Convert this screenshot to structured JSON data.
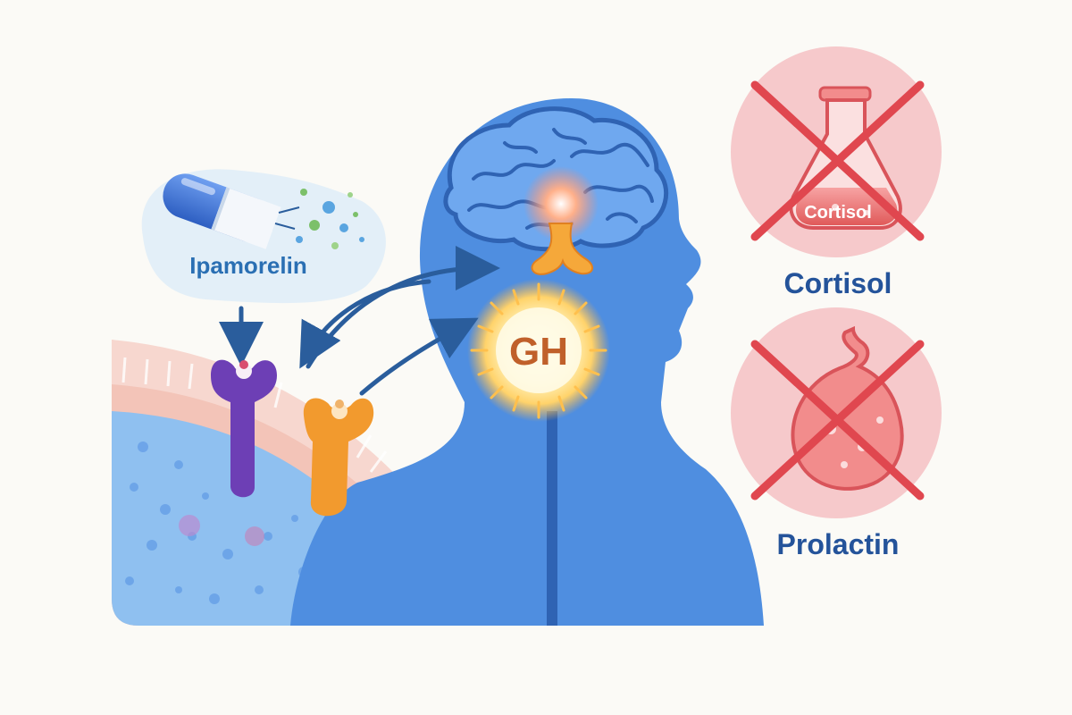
{
  "labels": {
    "peptide": "Ipamorelin",
    "hormone": "GH",
    "flask_tag": "Cortisol",
    "cortisol": "Cortisol",
    "prolactin": "Prolactin"
  },
  "icons": {
    "capsule": "capsule-icon",
    "brain": "brain-icon",
    "pituitary": "pituitary-gland-icon",
    "burst": "gh-release-burst-icon",
    "receptor_purple": "receptor-icon",
    "receptor_orange": "receptor-icon",
    "flask": "flask-icon",
    "breast": "breast-icon",
    "cross": "x-cross-icon"
  },
  "colors": {
    "head_blue": "#4f8ee0",
    "brain_blue": "#3f7fd8",
    "label_blue": "#24539a",
    "gh_text": "#c0602a",
    "cross_red": "#e0474f",
    "circle_pink": "#f6c9cb",
    "receptor_purple": "#6d3fb5",
    "receptor_orange": "#f29a2e",
    "arrow_blue": "#2a5d9c"
  }
}
